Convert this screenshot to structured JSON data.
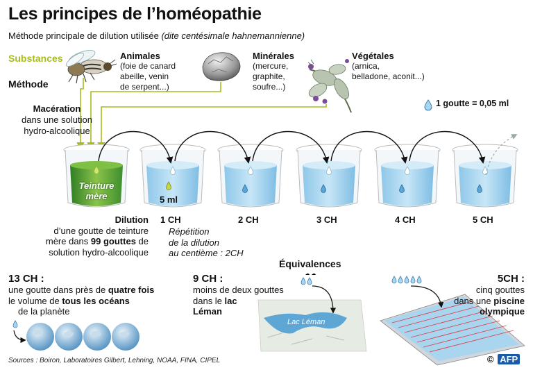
{
  "title": "Les principes de l’homéopathie",
  "subtitle": {
    "main": "Méthode principale de dilution utilisée",
    "note": "(dite centésimale hahnemannienne)"
  },
  "rows": {
    "substances": "Substances",
    "methode": "Méthode"
  },
  "categories": [
    {
      "name": "Animales",
      "details": [
        "(foie de canard",
        "abeille, venin",
        "de serpent...)"
      ]
    },
    {
      "name": "Minérales",
      "details": [
        "(mercure,",
        "graphite,",
        "soufre...)"
      ]
    },
    {
      "name": "Végétales",
      "details": [
        "(arnica,",
        "belladone, aconit...)"
      ]
    }
  ],
  "maceration": {
    "title": "Macération",
    "line1": "dans une solution",
    "line2": "hydro-alcoolique"
  },
  "drop_legend": "1 goutte = 0,05 ml",
  "beakers": {
    "teinture": [
      "Teinture",
      "mère"
    ],
    "volume": "5 ml",
    "labels": [
      "1 CH",
      "2  CH",
      "3  CH",
      "4  CH",
      "5  CH"
    ]
  },
  "dilution": {
    "title": "Dilution",
    "line1": "d’une goutte de teinture",
    "line2a": "mère dans ",
    "line2b": "99 gouttes",
    "line2c": " de",
    "line3": "solution hydro-alcoolique"
  },
  "repetition": [
    "Répétition",
    "de la dilution",
    "au centième : 2CH"
  ],
  "equivalences": {
    "title": "Équivalences",
    "items": [
      {
        "value": "13 CH :",
        "l1a": "une goutte dans près de ",
        "l1b": "quatre fois",
        "l2a": "le volume de ",
        "l2b": "tous les océans",
        "l3": "de la planète"
      },
      {
        "value": "9 CH :",
        "l1": "moins de deux gouttes",
        "l2a": "dans le ",
        "l2b": "lac",
        "l3": "Léman"
      },
      {
        "value": "5CH :",
        "l1": "cinq gouttes",
        "l2a": "dans une ",
        "l2b": "piscine",
        "l3": "olympique"
      }
    ],
    "map_label": "Lac Léman"
  },
  "sources": "Sources : Boiron, Laboratoires Gilbert, Lehning, NOAA, FINA, CIPEL",
  "credit": {
    "symbol": "©",
    "agency": "AFP"
  },
  "colors": {
    "green": "#a9bb1e",
    "liquid": "#a9d5ee",
    "liquid_dark": "#6db5df",
    "teinture": "#3e8e2e"
  }
}
